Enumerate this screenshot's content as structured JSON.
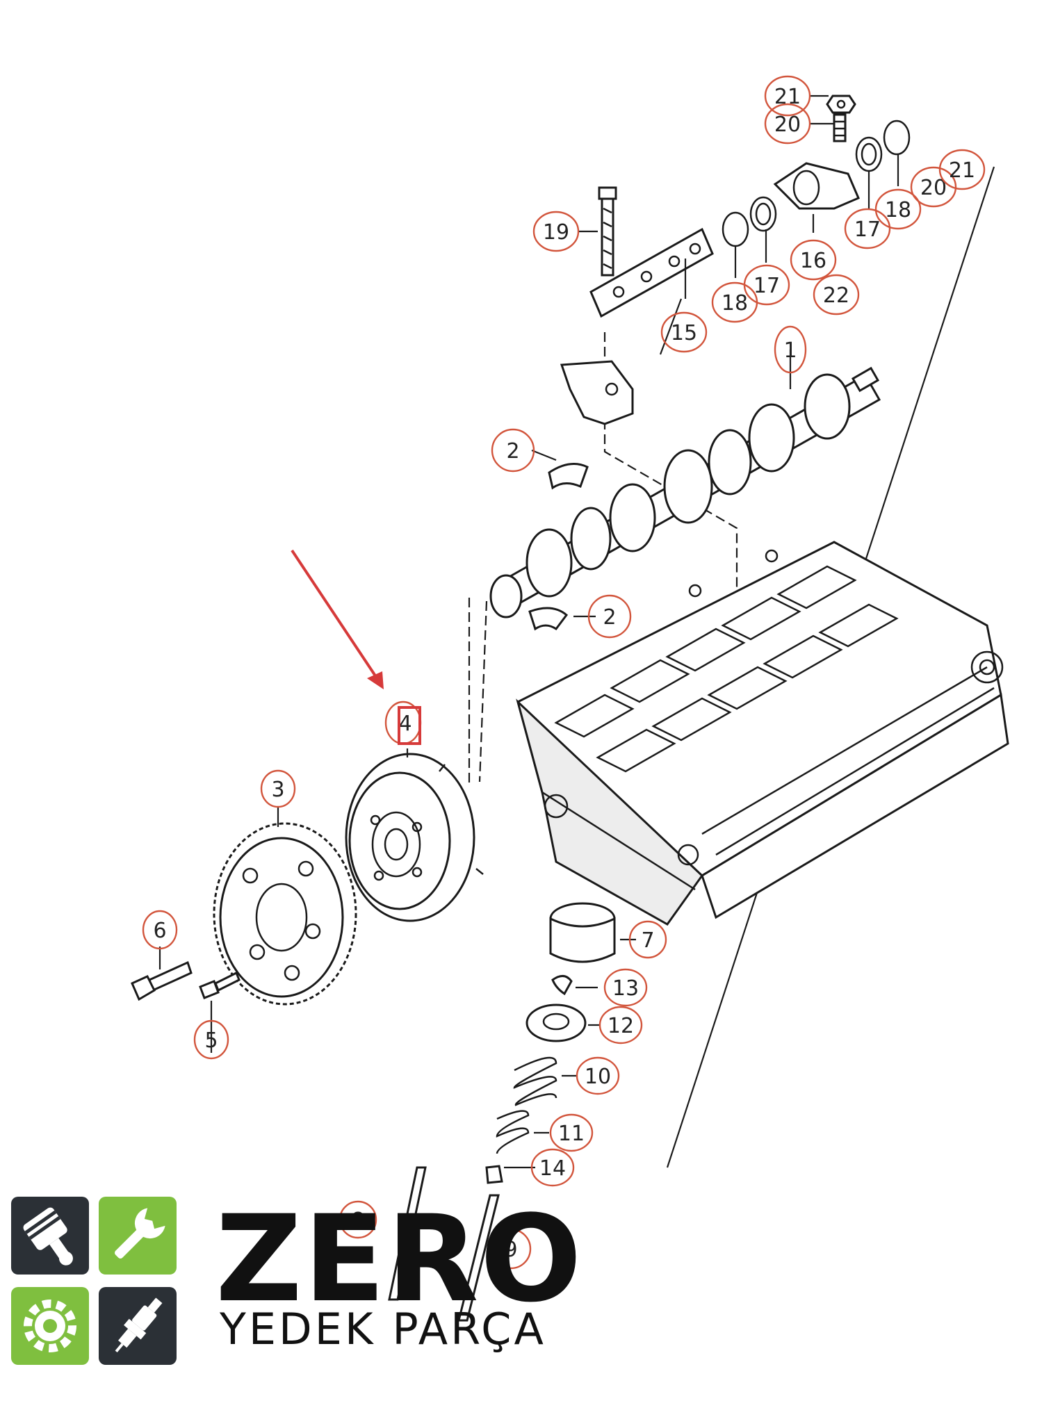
{
  "diagram": {
    "callouts": {
      "c1": "1",
      "c2a": "2",
      "c2b": "2",
      "c3": "3",
      "c4": "4",
      "c5": "5",
      "c6": "6",
      "c7": "7",
      "c8": "8",
      "c9": "9",
      "c10": "10",
      "c11": "11",
      "c12": "12",
      "c13": "13",
      "c14": "14",
      "c15": "15",
      "c16": "16",
      "c17a": "17",
      "c17b": "17",
      "c18a": "18",
      "c18b": "18",
      "c19": "19",
      "c20a": "20",
      "c20b": "20",
      "c21a": "21",
      "c21b": "21",
      "c22": "22"
    },
    "highlight_color": "#d63a3a",
    "callout_color": "#d2553c"
  },
  "logo": {
    "brand": "ZERO",
    "tagline": "YEDEK PARÇA",
    "icons": [
      "piston-icon",
      "wrench-icon",
      "gear-icon",
      "spark-plug-icon"
    ],
    "colors": {
      "dark": "#2b3036",
      "green": "#7fbf3f",
      "text": "#111111"
    }
  }
}
